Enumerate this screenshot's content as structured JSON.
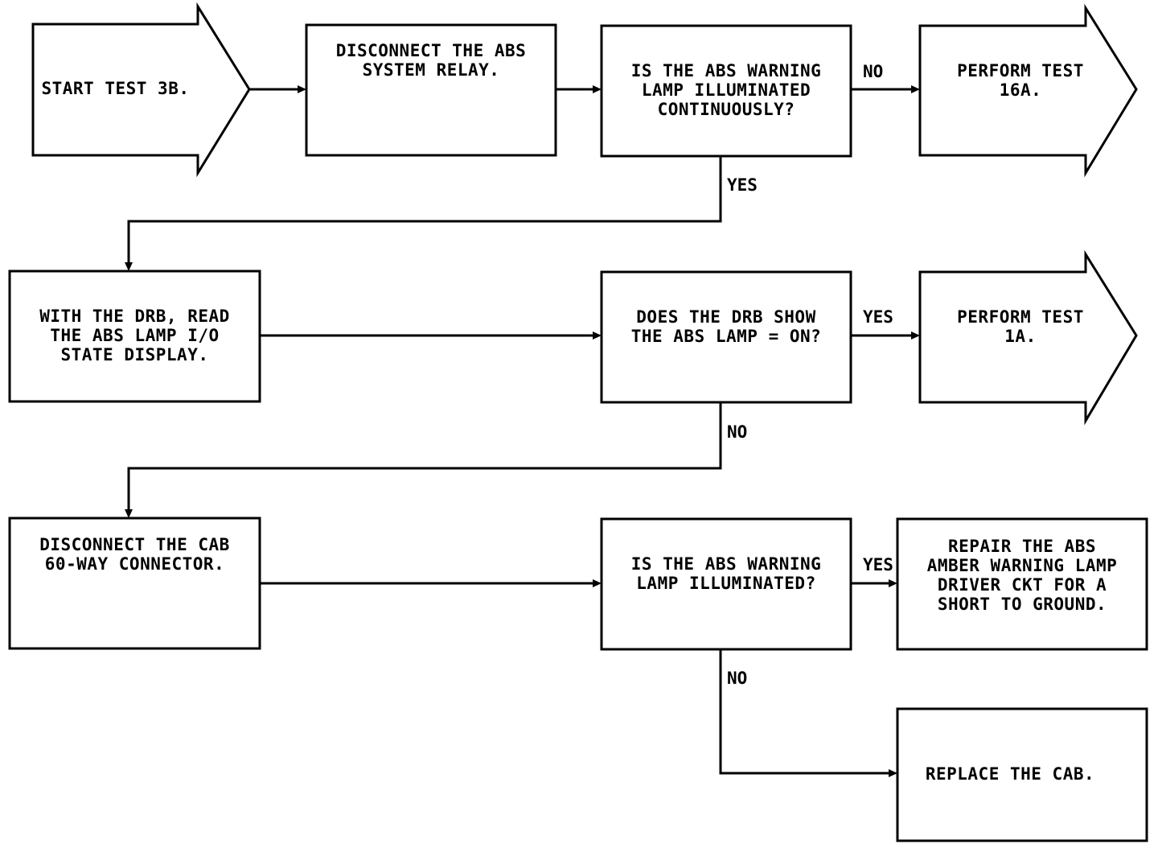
{
  "nodes": {
    "start": "START TEST 3B.",
    "disconnect_relay": "DISCONNECT THE ABS\nSYSTEM RELAY.",
    "q_lamp_continuous": "IS THE ABS WARNING\nLAMP ILLUMINATED\nCONTINUOUSLY?",
    "perform_16a": "PERFORM TEST\n16A.",
    "read_drb": "WITH THE DRB, READ\nTHE ABS LAMP I/O\nSTATE DISPLAY.",
    "q_drb_on": "DOES THE DRB SHOW\nTHE ABS LAMP = ON?",
    "perform_1a": "PERFORM TEST\n1A.",
    "disconnect_cab": "DISCONNECT THE CAB\n60-WAY CONNECTOR.",
    "q_lamp_illuminated": "IS THE ABS WARNING\nLAMP ILLUMINATED?",
    "repair_driver": "REPAIR THE ABS\nAMBER WARNING LAMP\nDRIVER CKT FOR A\nSHORT TO GROUND.",
    "replace_cab": "REPLACE THE CAB."
  },
  "edge_labels": {
    "continuous_no": "NO",
    "continuous_yes": "YES",
    "drb_yes": "YES",
    "drb_no": "NO",
    "illuminated_yes": "YES",
    "illuminated_no": "NO"
  }
}
